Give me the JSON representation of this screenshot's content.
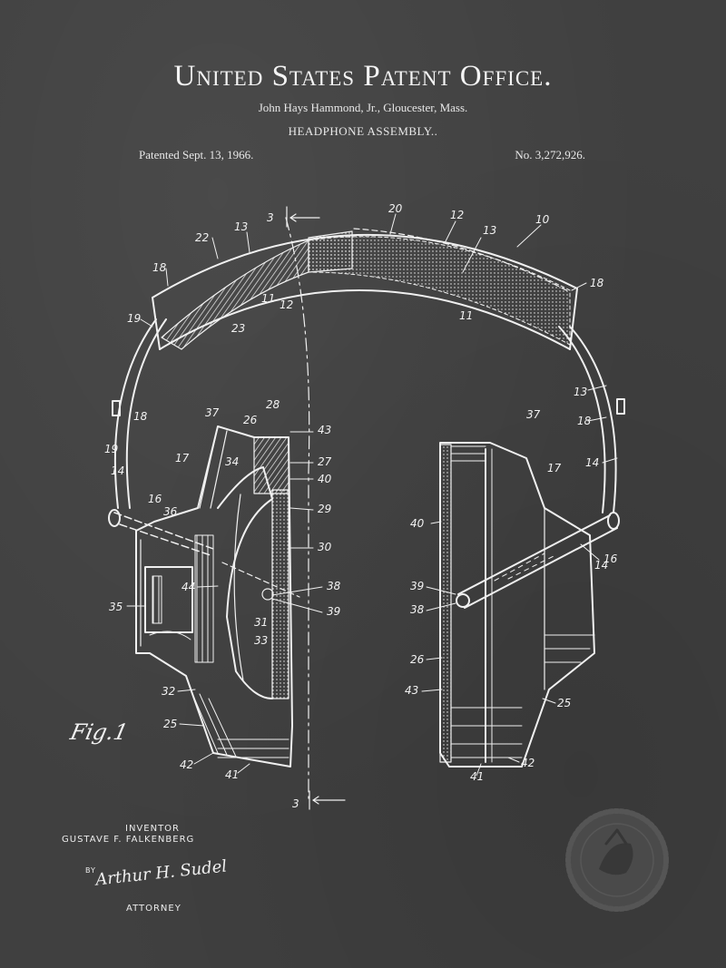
{
  "header": {
    "title": "United States Patent Office.",
    "inventor_line": "John Hays Hammond, Jr., Gloucester, Mass.",
    "invention_name": "HEADPHONE ASSEMBLY..",
    "patented": "Patented Sept. 13, 1966.",
    "patent_no": "No. 3,272,926."
  },
  "figure": {
    "fig_label": "Fig.1",
    "section_marker": "3",
    "ref_numbers": [
      "20",
      "12",
      "13",
      "10",
      "22",
      "13",
      "18",
      "18",
      "11",
      "12",
      "19",
      "23",
      "11",
      "13",
      "18",
      "14",
      "37",
      "28",
      "43",
      "27",
      "40",
      "29",
      "30",
      "38",
      "39",
      "37",
      "18",
      "17",
      "14",
      "40",
      "16",
      "39",
      "38",
      "26",
      "43",
      "25",
      "41",
      "42",
      "19",
      "14",
      "17",
      "16",
      "36",
      "34",
      "26",
      "44",
      "35",
      "31",
      "33",
      "32",
      "25",
      "42",
      "41"
    ]
  },
  "footer": {
    "inventor_label": "INVENTOR",
    "inventor_name": "GUSTAVE F. FALKENBERG",
    "by_label": "BY",
    "signature": "Arthur H. Sudel",
    "attorney_label": "ATTORNEY"
  },
  "colors": {
    "background": "#404040",
    "ink": "#f2f2f2"
  },
  "icons": [
    "patent-seal-icon"
  ]
}
